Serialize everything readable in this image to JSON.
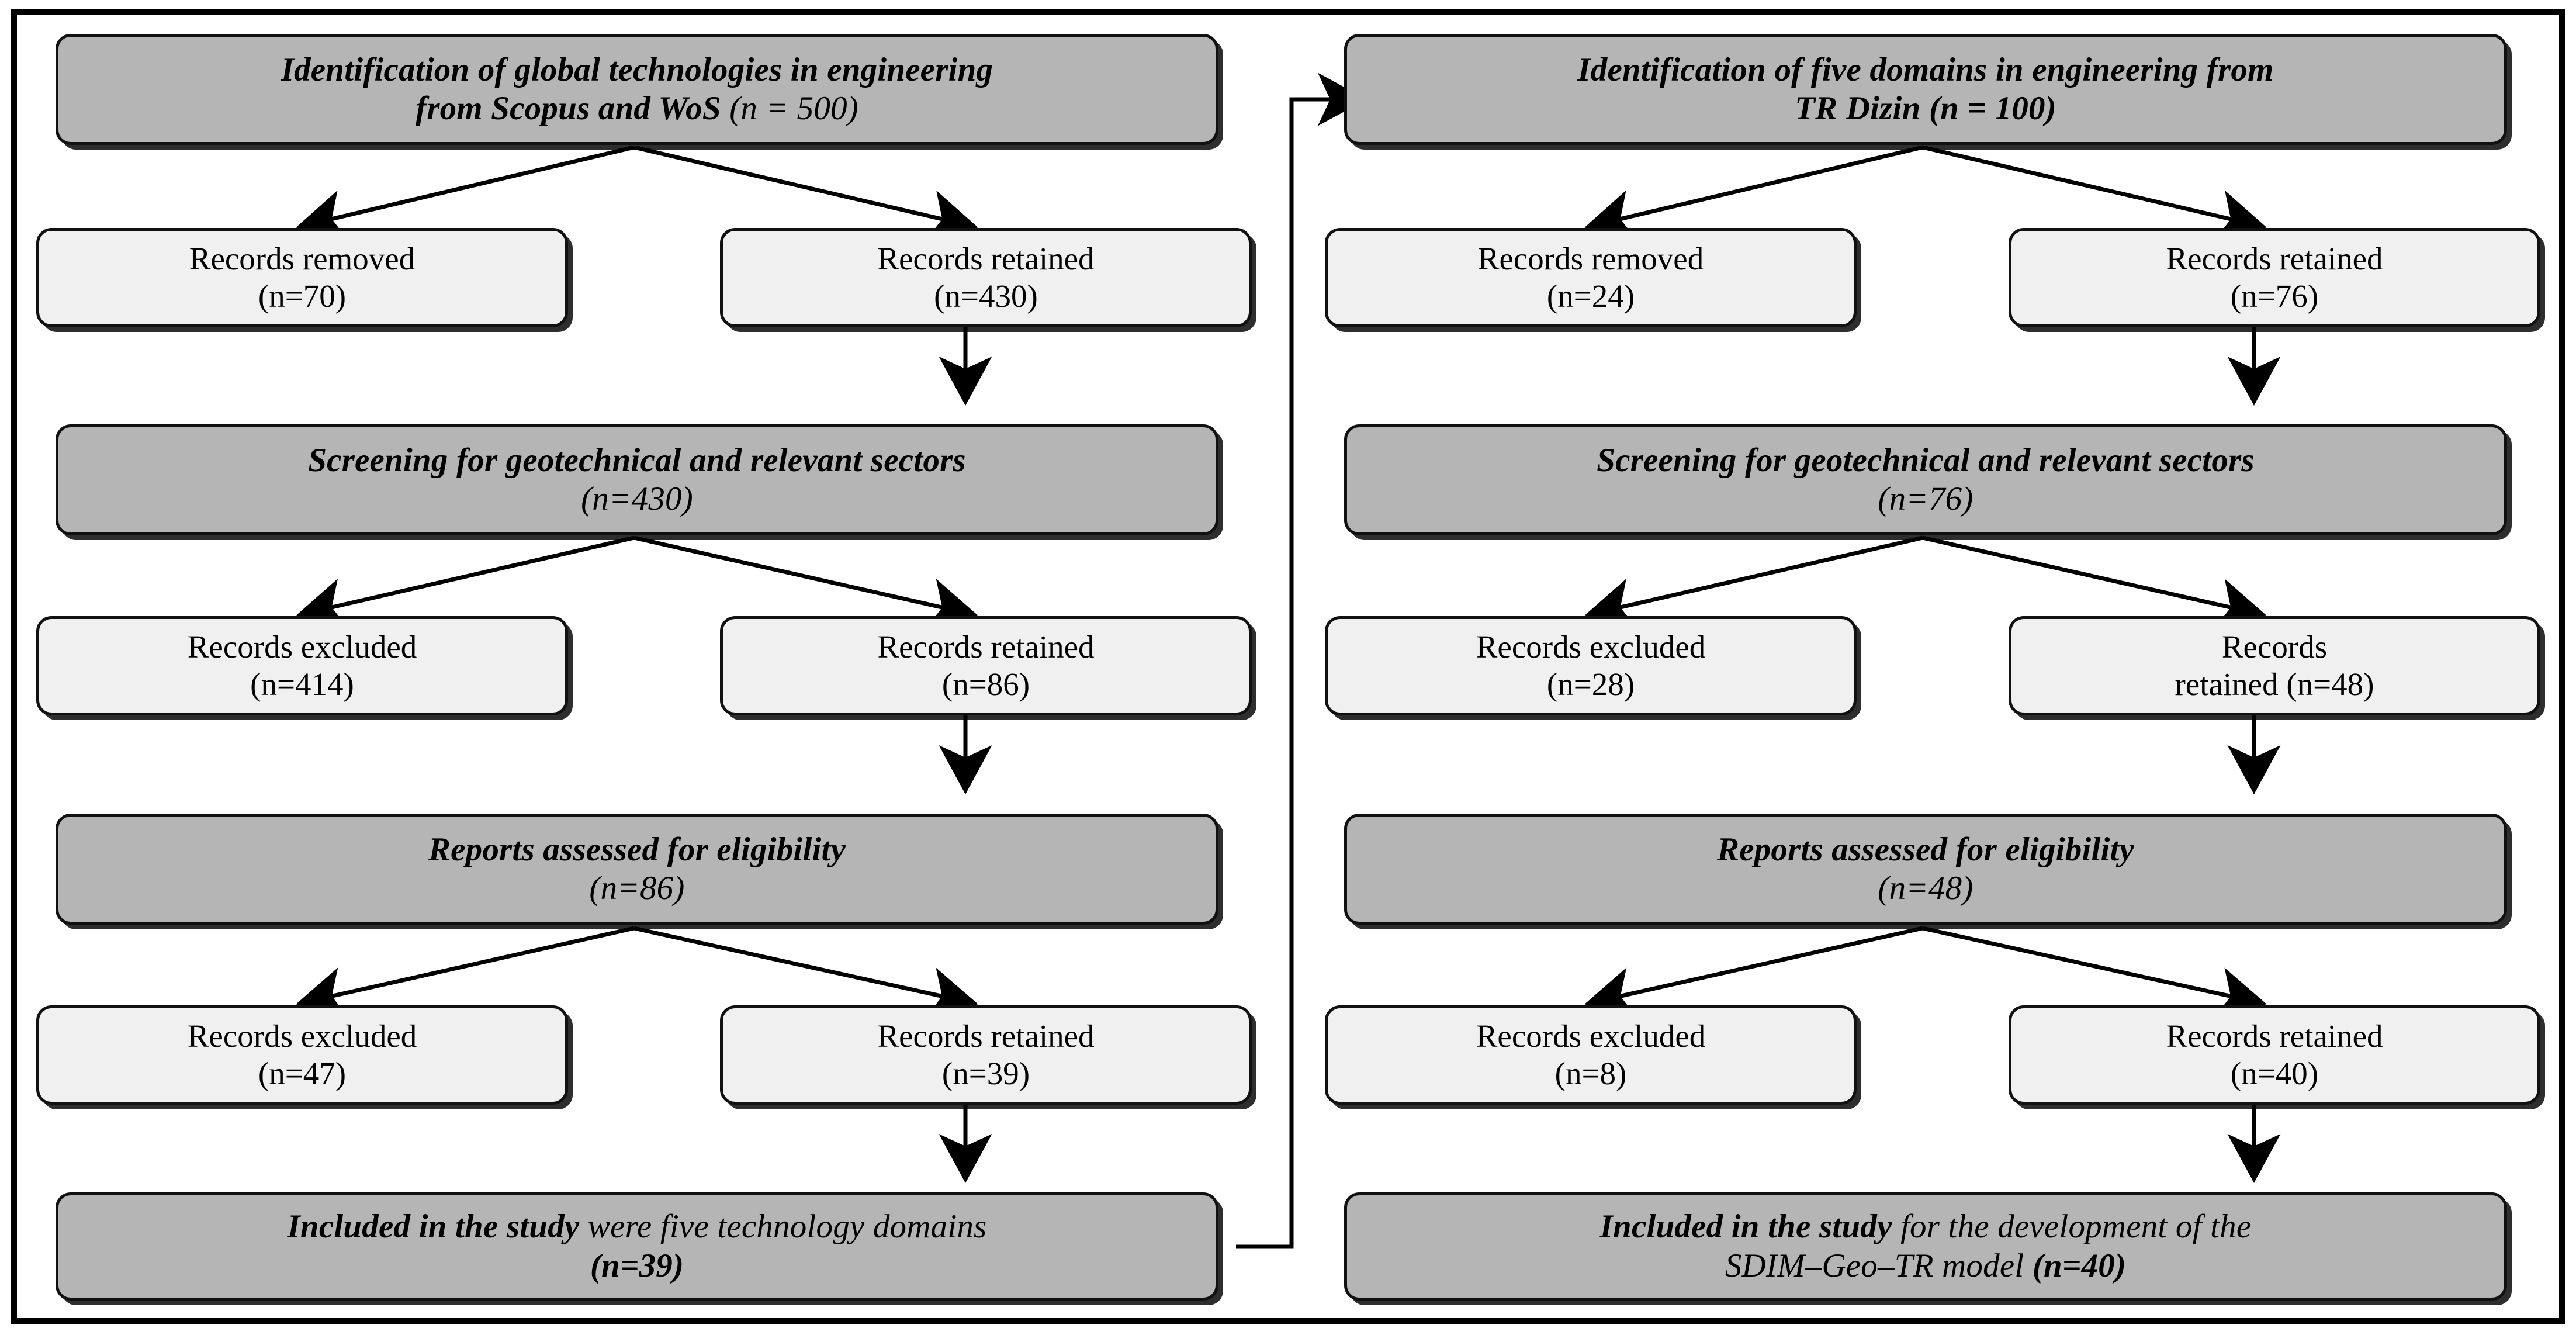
{
  "diagram": {
    "title": "PRISMA-style literature selection flowchart",
    "colors": {
      "stage_fill": "#b5b5b5",
      "record_fill": "#f0f0f0",
      "border": "#111111",
      "frame": "#000000"
    }
  },
  "left_column": {
    "name": "global-technologies-branch",
    "identification": {
      "line1": "Identification of global technologies in engineering",
      "line2_main": "from Scopus and WoS",
      "line2_count": "(n = 500)"
    },
    "removed": {
      "line1": "Records removed",
      "line2": "(n=70)"
    },
    "retained1": {
      "line1": "Records retained",
      "line2": "(n=430)"
    },
    "screening": {
      "line1": "Screening for geotechnical and relevant sectors",
      "line2": "(n=430)"
    },
    "excluded1": {
      "line1": "Records excluded",
      "line2": "(n=414)"
    },
    "retained2": {
      "line1": "Records retained",
      "line2": "(n=86)"
    },
    "eligibility": {
      "line1": "Reports assessed for eligibility",
      "line2": "(n=86)"
    },
    "excluded2": {
      "line1": "Records excluded",
      "line2": "(n=47)"
    },
    "retained3": {
      "line1": "Records retained",
      "line2": "(n=39)"
    },
    "included": {
      "line1_bold": "Included in the study",
      "line1_rest": " were five technology domains",
      "line2_count": "(n=39)"
    }
  },
  "right_column": {
    "name": "tr-dizin-branch",
    "identification": {
      "line1": "Identification of five domains in engineering from",
      "line2_main": "TR Dizin",
      "line2_count": "(n = 100)"
    },
    "removed": {
      "line1": "Records removed",
      "line2": "(n=24)"
    },
    "retained1": {
      "line1": "Records retained",
      "line2": "(n=76)"
    },
    "screening": {
      "line1": "Screening for geotechnical and relevant sectors",
      "line2": "(n=76)"
    },
    "excluded1": {
      "line1": "Records excluded",
      "line2": "(n=28)"
    },
    "retained2": {
      "line1": "Records",
      "line2": "retained (n=48)"
    },
    "eligibility": {
      "line1": "Reports assessed for eligibility",
      "line2": "(n=48)"
    },
    "excluded2": {
      "line1": "Records excluded",
      "line2": "(n=8)"
    },
    "retained3": {
      "line1": "Records retained",
      "line2": "(n=40)"
    },
    "included": {
      "line1_bold": "Included in the study",
      "line1_rest": " for the development of the",
      "line2_rest": "SDIM–Geo–TR model ",
      "line2_count": "(n=40)"
    }
  }
}
